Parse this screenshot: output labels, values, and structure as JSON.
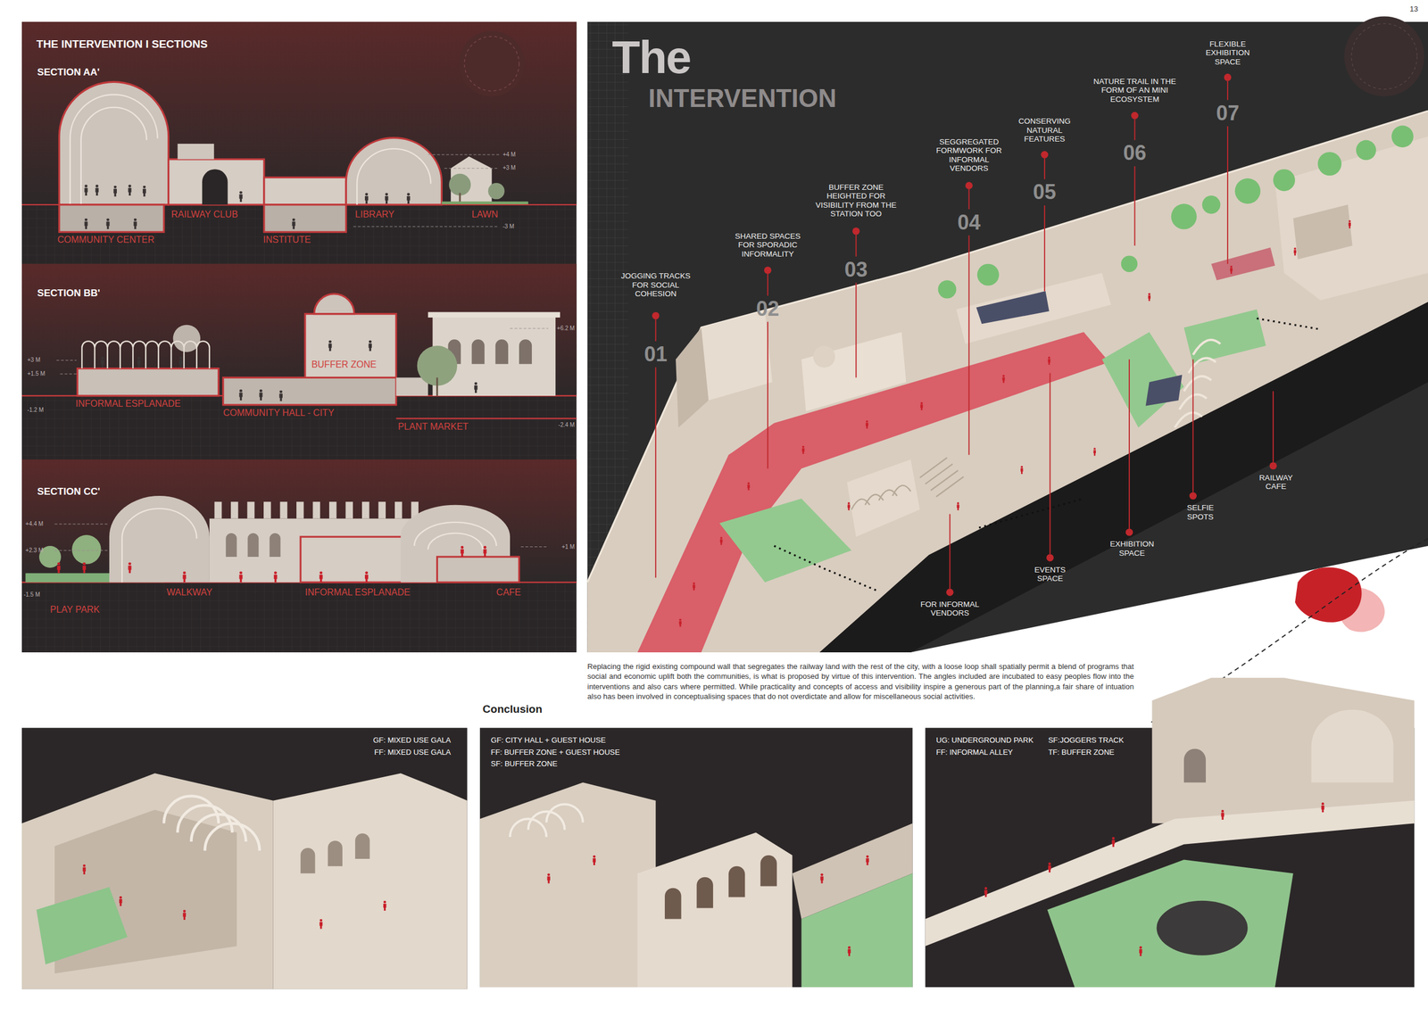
{
  "diagram": {
    "nodes": [
      {
        "text": [
          "THE INTERVENTION I SECTIONS"
        ]
      },
      {
        "text": [
          "The",
          "INTERVENTION"
        ]
      },
      {
        "text": [
          "GF: MIXED USE GALA",
          "FF: MIXED USE GALA"
        ]
      },
      {
        "text": [
          "GF: CITY HALL + GUEST HOUSE",
          "FF: BUFFER ZONE + GUEST HOUSE",
          "SF: BUFFER ZONE"
        ]
      },
      {
        "text": [
          "UG: UNDERGROUND PARK",
          "FF: INFORMAL ALLEY",
          "SF:JOGGERS TRACK",
          "TF: BUFFER ZONE"
        ]
      }
    ],
    "labels": [
      "13",
      "SECTION AA'",
      "COMMUNITY CENTER",
      "RAILWAY CLUB",
      "INSTITUTE",
      "LIBRARY",
      "LAWN",
      "+4 M",
      "+3 M",
      "-3 M",
      "SECTION BB'",
      "INFORMAL ESPLANADE",
      "COMMUNITY HALL - CITY",
      "BUFFER ZONE",
      "PLANT MARKET",
      "+3 M",
      "+1.5 M",
      "-1.2 M",
      "+6.2 M",
      "-2.4 M",
      "SECTION CC'",
      "PLAY PARK",
      "WALKWAY",
      "INFORMAL ESPLANADE",
      "CAFE",
      "+4.4 M",
      "+2.3 M",
      "-1.5 M",
      "+1 M",
      "JOGGING TRACKS FOR SOCIAL COHESION",
      "01",
      "SHARED SPACES FOR SPORADIC INFORMALITY",
      "02",
      "BUFFER ZONE HEIGHTED FOR VISIBILITY FROM THE STATION TOO",
      "03",
      "SEGGREGATED FORMWORK FOR INFORMAL VENDORS",
      "04",
      "CONSERVING NATURAL FEATURES",
      "05",
      "NATURE TRAIL IN THE FORM OF AN MINI ECOSYSTEM",
      "06",
      "FLEXIBLE EXHIBITION SPACE",
      "07",
      "FOR INFORMAL VENDORS",
      "EVENTS SPACE",
      "EXHIBITION SPACE",
      "SELFIE SPOTS",
      "RAILWAY CAFE",
      "Replacing the rigid existing compound wall that segregates the railway land with the rest of the city, with a loose loop shall spatially permit a blend of programs that social and economic uplift both the communities, is what is proposed by virtue of this intervention. The angles included are incubated to easy peoples flow into the interventions and also cars where permitted. While practicality and concepts of access and visibility inspire a generous part of the planning,a fair share of intuation also has been involved in conceptualising spaces that do not overdictate and allow for miscellaneous social activities.",
      "Conclusion"
    ]
  }
}
